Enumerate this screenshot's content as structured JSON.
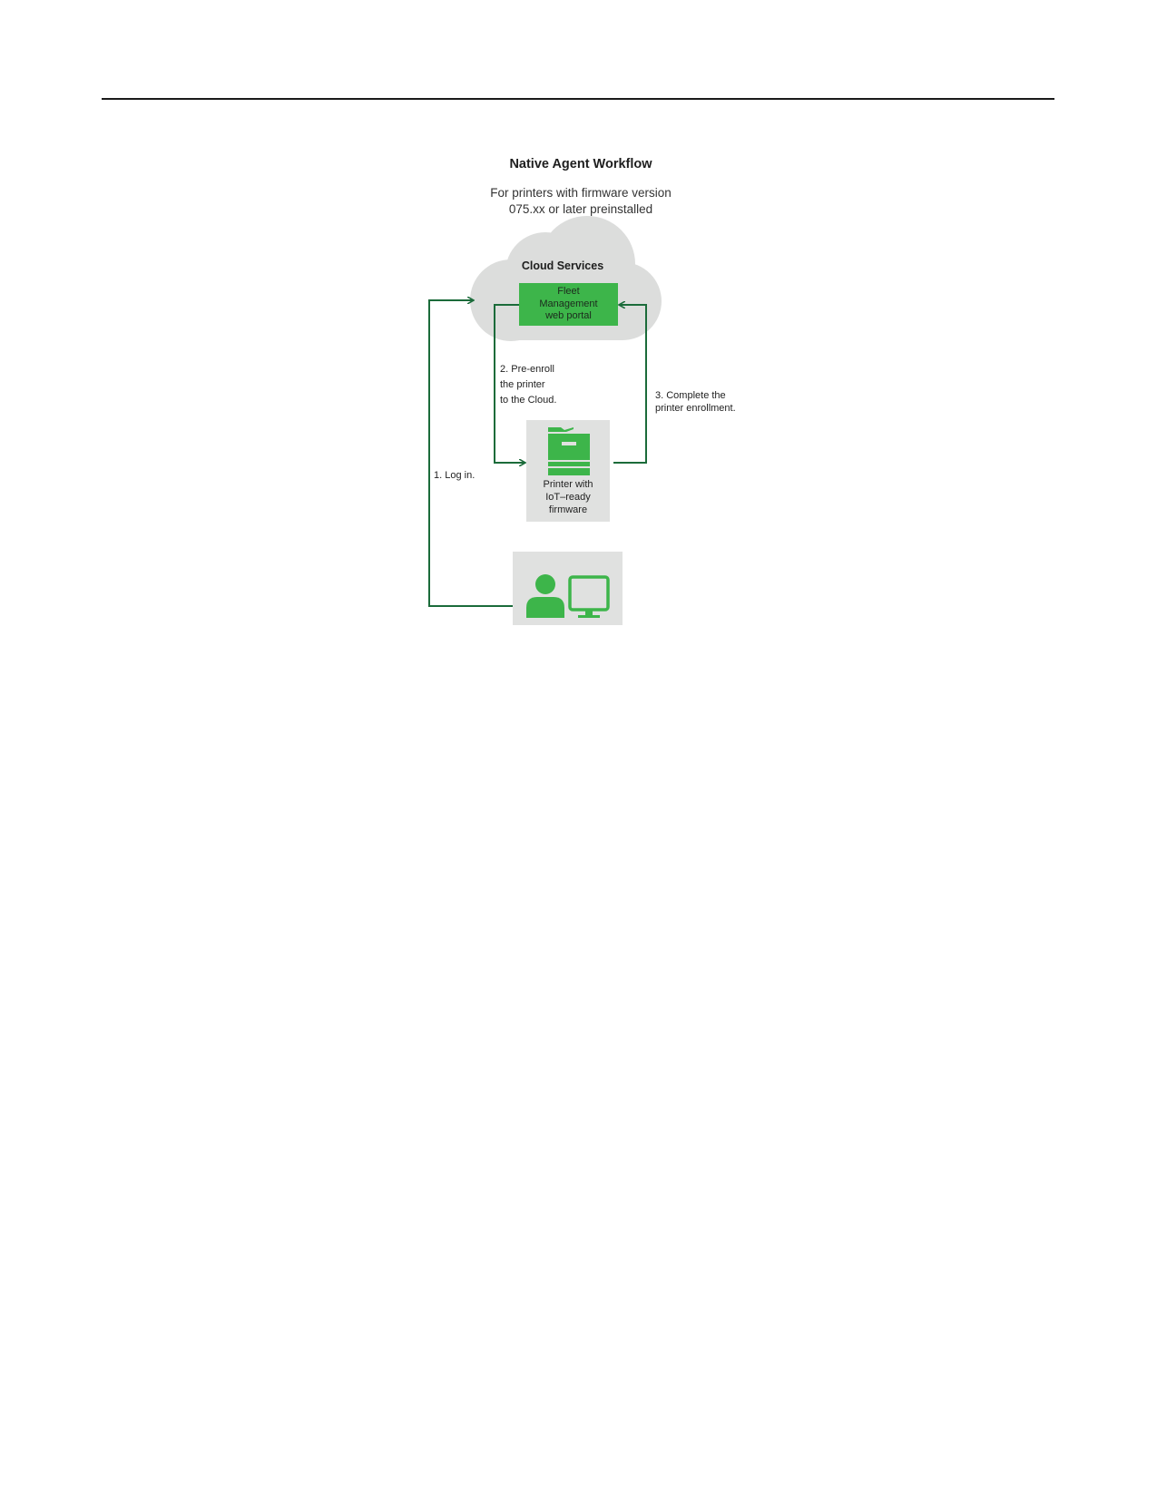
{
  "diagram": {
    "title": "Native Agent Workflow",
    "subtitle_line1": "For printers with firmware version",
    "subtitle_line2": "075.xx or later preinstalled",
    "cloud_label": "Cloud Services",
    "portal": {
      "line1": "Fleet",
      "line2": "Management",
      "line3": "web portal"
    },
    "printer": {
      "line1": "Printer with",
      "line2": "IoT–ready",
      "line3": "firmware"
    },
    "steps": {
      "step1": "1. Log in.",
      "step2_line1": "2. Pre-enroll",
      "step2_line2": "the printer",
      "step2_line3": "to the Cloud.",
      "step3_line1": "3. Complete the",
      "step3_line2": "printer enrollment."
    },
    "colors": {
      "accent_green": "#3db54a",
      "arrow_green": "#1b6b3a",
      "panel_gray": "#e0e1e0",
      "cloud_gray": "#dcdddc"
    },
    "icons": [
      "cloud-icon",
      "printer-icon",
      "user-icon",
      "monitor-icon"
    ]
  }
}
